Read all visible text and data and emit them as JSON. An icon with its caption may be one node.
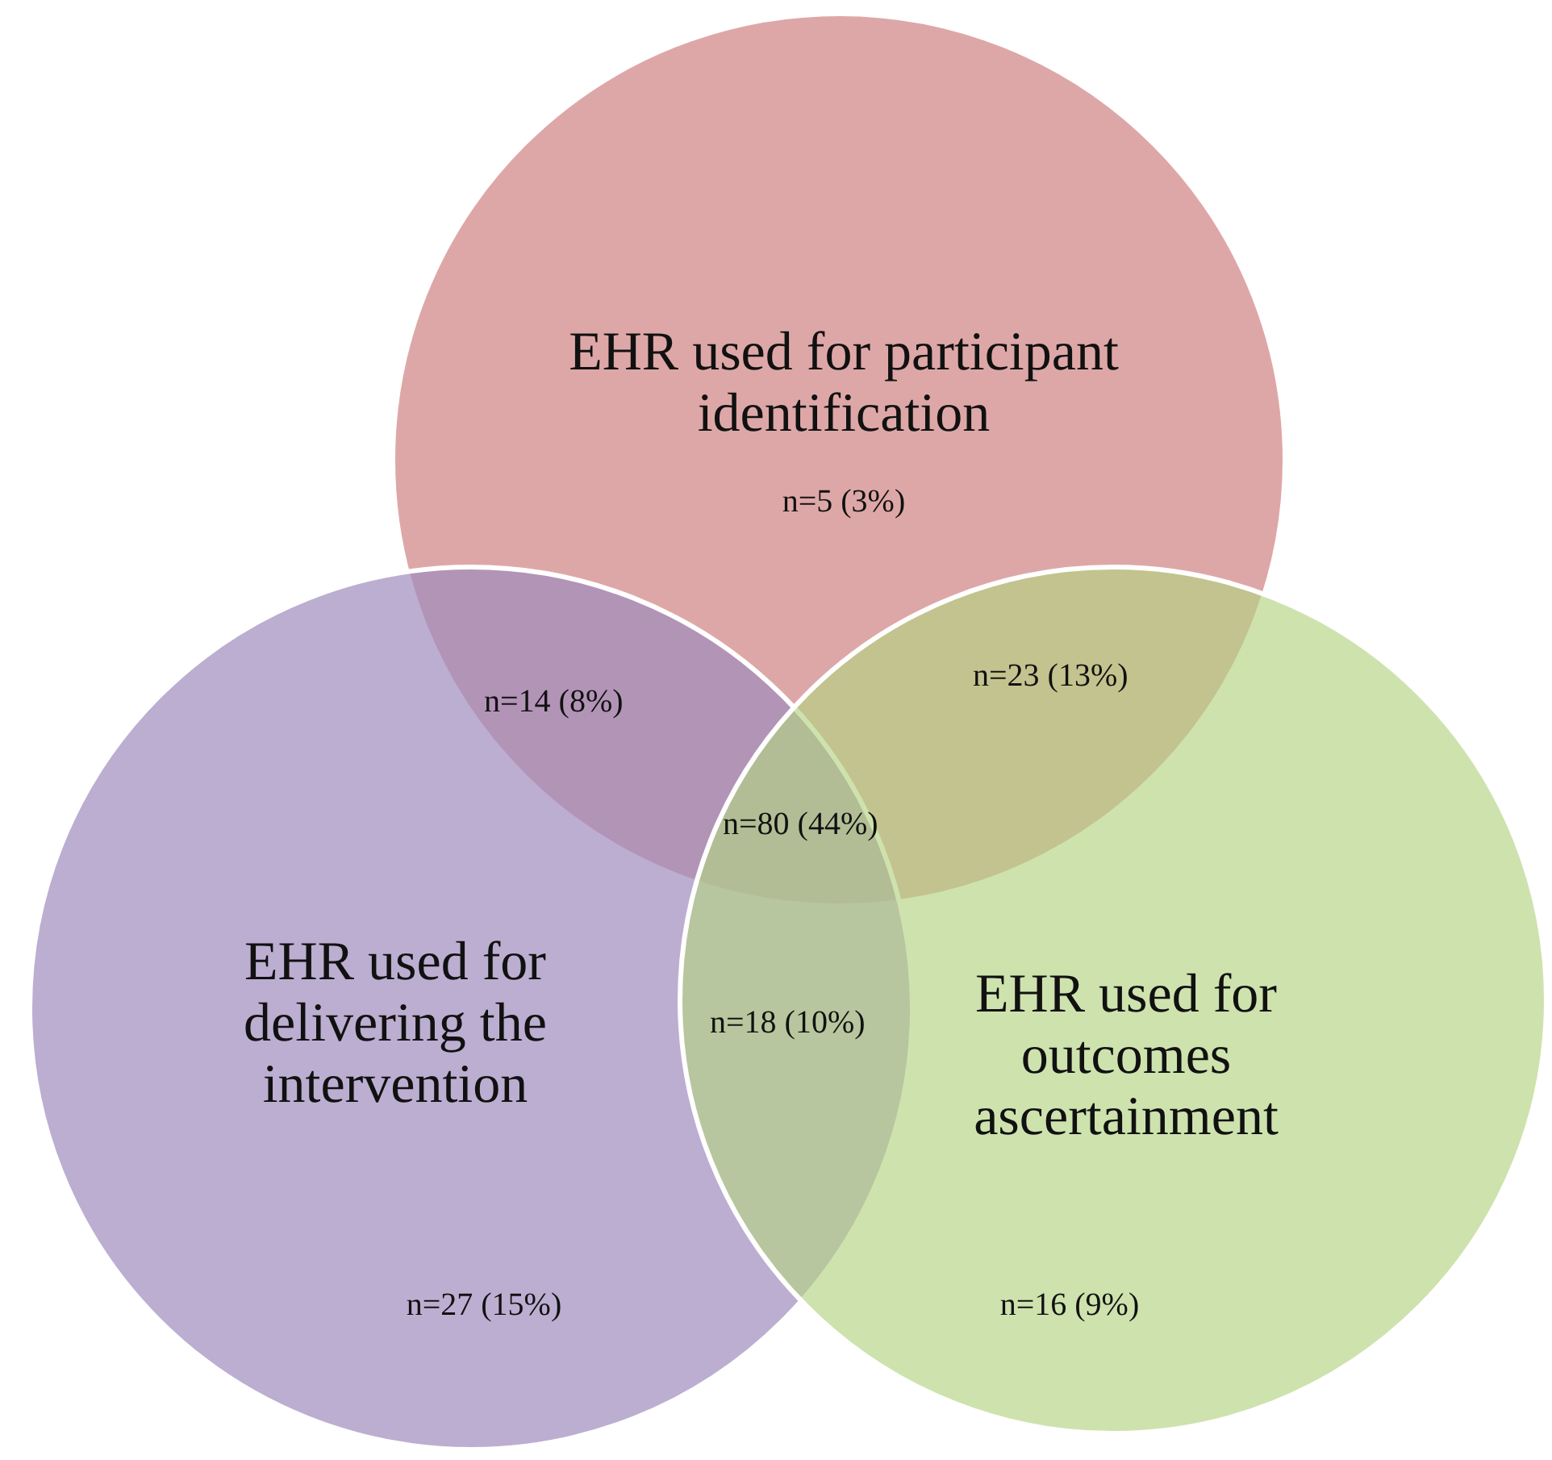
{
  "diagram": {
    "nodes": [
      {
        "text": [
          "EHR used for participant identification",
          "n=5 (3%)"
        ]
      },
      {
        "text": [
          "EHR used for delivering the intervention",
          "n=27 (15%)"
        ]
      },
      {
        "text": [
          "EHR used for outcomes ascertainment",
          "n=16 (9%)"
        ]
      }
    ],
    "labels": [
      "n=14 (8%)",
      "n=23 (13%)",
      "n=80 (44%)",
      "n=18 (10%)"
    ]
  }
}
